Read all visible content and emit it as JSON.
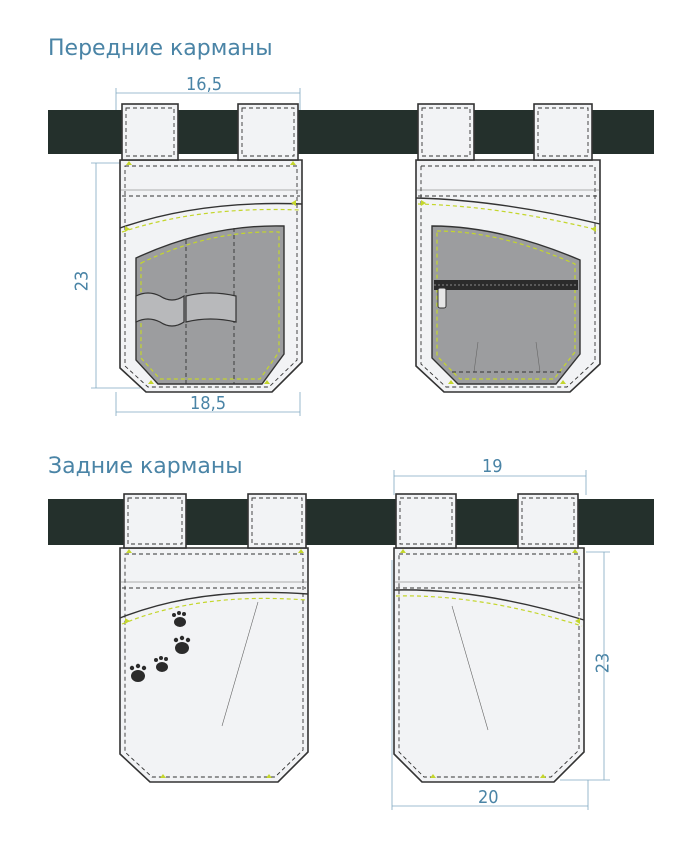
{
  "sections": {
    "front": {
      "title": "Передние карманы"
    },
    "back": {
      "title": "Задние карманы"
    }
  },
  "dimensions": {
    "front_top_width": "16,5",
    "front_height": "23",
    "front_bottom_width": "18,5",
    "back_top_width": "19",
    "back_height": "23",
    "back_bottom_width": "20"
  },
  "colors": {
    "belt": "#24302c",
    "fabric": "#f2f3f5",
    "inner_panel": "#9c9d9f",
    "outline": "#333333",
    "stitch_yellow": "#c4d62c",
    "dimension": "#4a84a6"
  },
  "icons": [
    "zipper-icon",
    "paw-print-icon",
    "wavy-loop-icon"
  ]
}
